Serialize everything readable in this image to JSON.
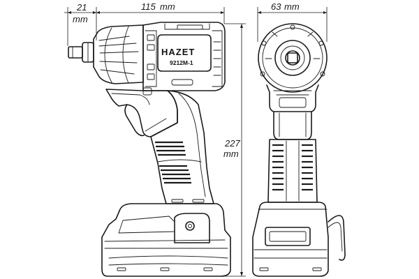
{
  "dimensions": {
    "anvil_length": {
      "value": "21",
      "unit": "mm"
    },
    "body_length": {
      "value": "115",
      "unit": "mm"
    },
    "height": {
      "value": "227",
      "unit": "mm"
    },
    "width": {
      "value": "63",
      "unit": "mm"
    }
  },
  "tool": {
    "brand": "HAZET",
    "model": "9212M-1"
  },
  "colors": {
    "line": "#1a1a1a",
    "background": "#ffffff"
  }
}
